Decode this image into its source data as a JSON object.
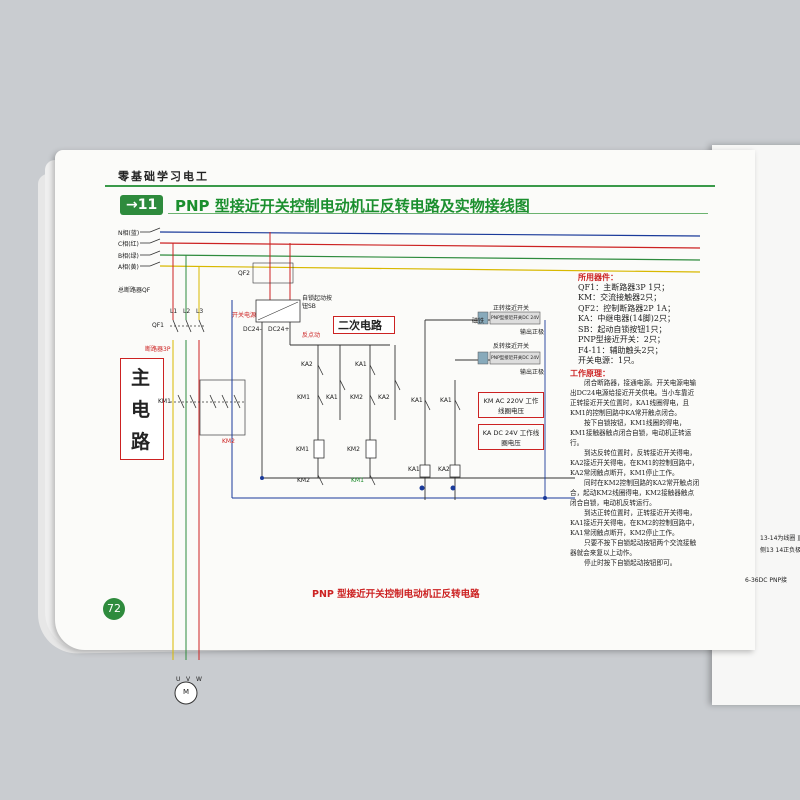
{
  "header": {
    "book_title": "零基础学习电工"
  },
  "section": {
    "badge": "→11",
    "title": "PNP 型接近开关控制电动机正反转电路及实物接线图"
  },
  "phases": [
    "N相(蓝)",
    "C相(红)",
    "B相(绿)",
    "A相(黄)"
  ],
  "labels": {
    "main_breaker": "总断路器QF",
    "qf1": "QF1",
    "qf2": "QF2",
    "l1": "L1",
    "l2": "L2",
    "l3": "L3",
    "breaker3p": "断路器3P",
    "main_circuit": [
      "主",
      "电",
      "路"
    ],
    "secondary_circuit": "二次电路",
    "switch_psu": "开关电源",
    "dc24m": "DC24-",
    "dc24p": "DC24+",
    "self_reset": "自锁起动按钮SB",
    "reverse_start": "反点动",
    "km1": "KM1",
    "km2": "KM2",
    "ka1": "KA1",
    "ka2": "KA2",
    "motor_uvw": [
      "U",
      "V",
      "W"
    ],
    "motor": "M",
    "fwd_switch": "正转接近开关",
    "rev_switch": "反转接近开关",
    "pnp_sensor": "PNP型接近开关DC 24V",
    "out_pos": "输出正极",
    "magnet": "磁铁",
    "km_box": "KM AC 220V 工作线圈电压",
    "ka_box": "KA DC 24V 工作线圈电压"
  },
  "parts": {
    "heading": "所用器件：",
    "items": [
      "QF1：主断路器3P 1只；",
      "KM：交流接触器2只；",
      "QF2：控制断路器2P 1A；",
      "KA：中继电器(14脚)2只；",
      "SB：起动自锁按钮1只；",
      "PNP型接近开关：2只；",
      "F4-11：辅助触头2只；",
      "开关电源：1只。"
    ]
  },
  "work": {
    "heading": "工作原理：",
    "paragraphs": [
      "闭合断路器，接通电源。开关电源电输出DC24电源给接近开关供电。当小车靠近正转接近开关位置时，KA1线圈得电，且KM1的控制回路中KA常开触点闭合。",
      "按下自锁按钮，KM1线圈的得电，KM1接触器触点闭合自锁，电动机正转运行。",
      "到达反转位置时，反转接近开关得电，KA2接近开关得电，在KM1的控制回路中，KA2常闭触点断开，KM1停止工作。",
      "同时在KM2控制回路的KA2常开触点闭合，起动KM2线圈得电，KM2接触器触点闭合自锁，电动机反转运行。",
      "到达正转位置时，正转接近开关得电，KA1接近开关得电，在KM2的控制回路中，KA1常闭触点断开，KM2停止工作。",
      "只要不按下自锁起动按钮两个交流接触器就会来复以上动作。",
      "停止时按下自锁起动按钮即可。"
    ]
  },
  "caption": "PNP 型接近开关控制电动机正反转电路",
  "page_number": "72",
  "right_page": {
    "caption1": "6-36DC PNP接",
    "caption2": "13-14为线圈 直流",
    "caption3": "侧13 14正负极"
  },
  "colors": {
    "green": "#2e8b3d",
    "red": "#cc2222",
    "blue": "#1a3a9a",
    "yellow": "#d8b800"
  }
}
